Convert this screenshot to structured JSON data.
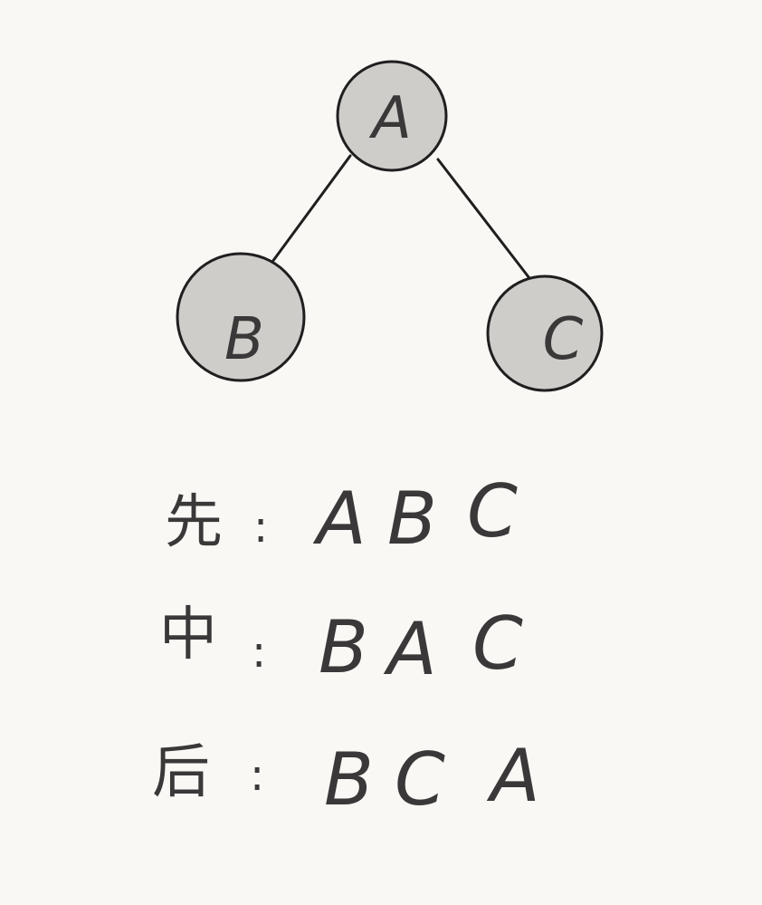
{
  "tree": {
    "nodes": [
      {
        "id": "A",
        "label": "A"
      },
      {
        "id": "B",
        "label": "B"
      },
      {
        "id": "C",
        "label": "C"
      }
    ],
    "edges": [
      {
        "from": "A",
        "to": "B"
      },
      {
        "from": "A",
        "to": "C"
      }
    ],
    "colors": {
      "node_fill": "#cecdca",
      "stroke": "#1f1f1f",
      "ink": "#3a3838",
      "background": "#faf8f5"
    }
  },
  "traversals": [
    {
      "name": "先",
      "colon": ":",
      "sequence": [
        "A",
        "B",
        "C"
      ]
    },
    {
      "name": "中",
      "colon": ":",
      "sequence": [
        "B",
        "A",
        "C"
      ]
    },
    {
      "name": "后",
      "colon": ":",
      "sequence": [
        "B",
        "C",
        "A"
      ]
    }
  ]
}
